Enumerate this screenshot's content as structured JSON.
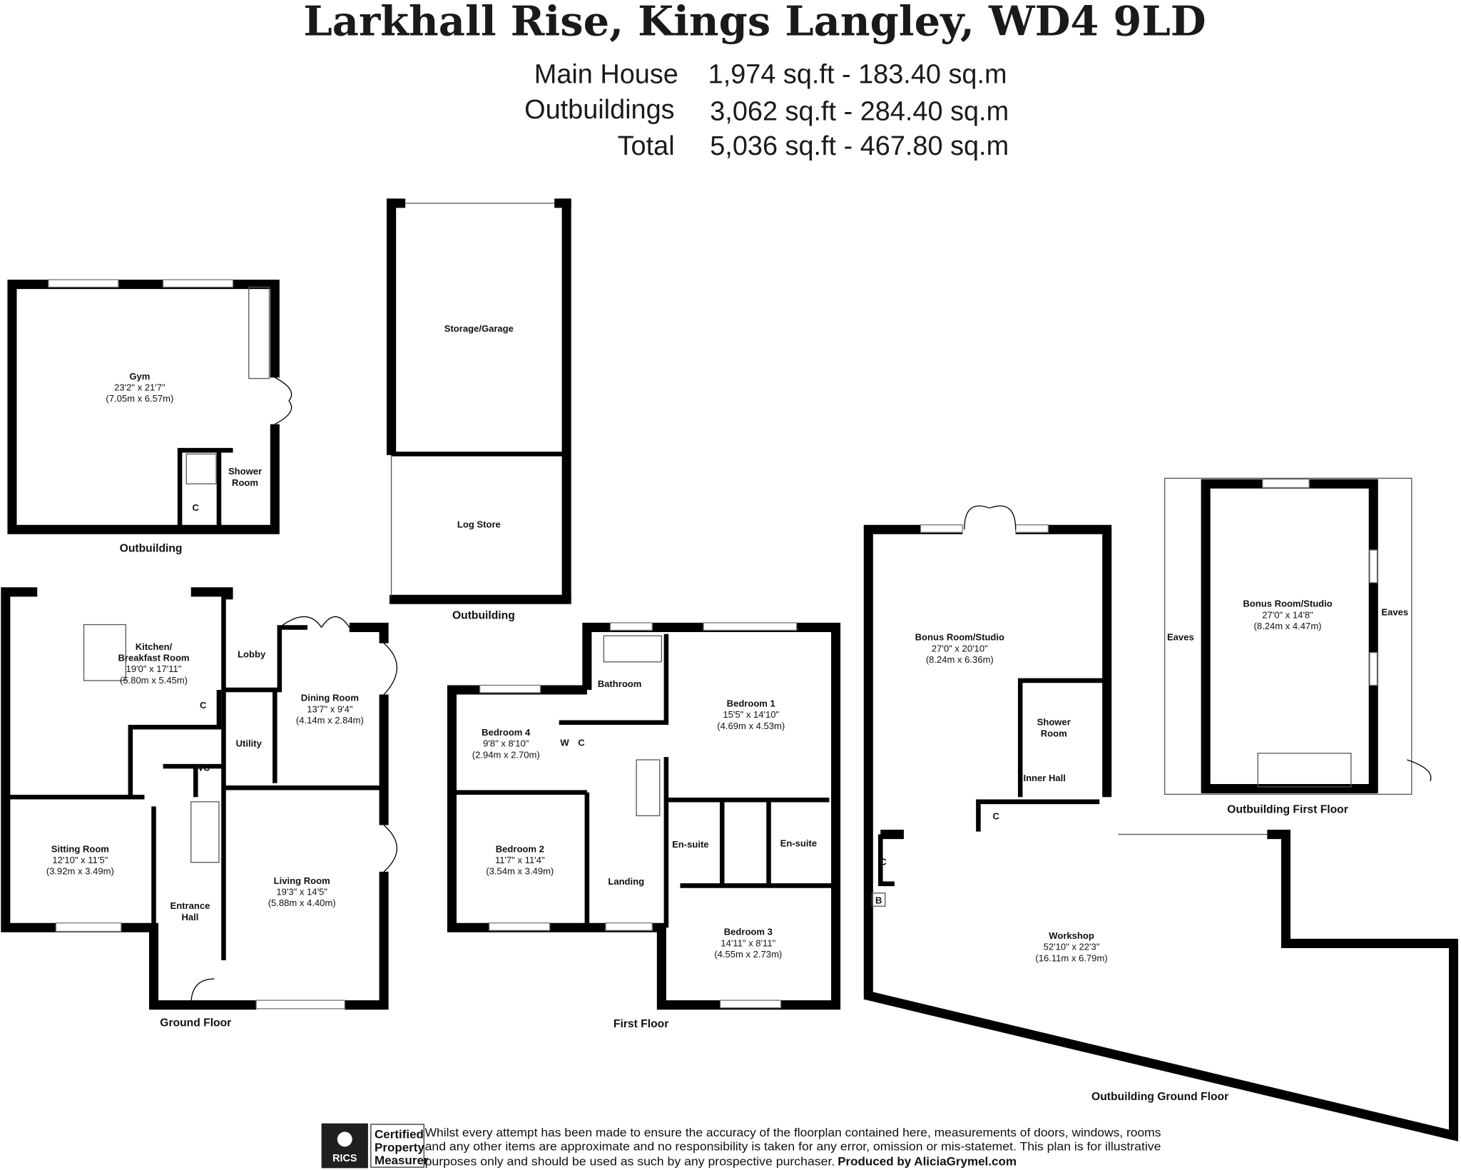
{
  "header": {
    "title": "Larkhall Rise, Kings Langley, WD4 9LD",
    "areas": [
      {
        "label": "Main House",
        "value": "1,974 sq.ft - 183.40 sq.m"
      },
      {
        "label": "Outbuildings",
        "value": "3,062 sq.ft - 284.40 sq.m"
      },
      {
        "label": "Total",
        "value": "5,036 sq.ft - 467.80 sq.m"
      }
    ]
  },
  "outbuilding_gym": {
    "label": "Outbuilding",
    "gym": {
      "name": "Gym",
      "imperial": "23'2\" x 21'7\"",
      "metric": "(7.05m x 6.57m)"
    },
    "shower_line1": "Shower",
    "shower_line2": "Room",
    "cupboard": "C"
  },
  "outbuilding_store": {
    "label": "Outbuilding",
    "garage": "Storage/Garage",
    "log_store": "Log Store"
  },
  "ground_floor": {
    "label": "Ground Floor",
    "kitchen_line1": "Kitchen/",
    "kitchen_line2": "Breakfast Room",
    "kitchen_imperial": "19'0\" x 17'11\"",
    "kitchen_metric": "(5.80m x 5.45m)",
    "lobby": "Lobby",
    "dining": {
      "name": "Dining Room",
      "imperial": "13'7\" x 9'4\"",
      "metric": "(4.14m x 2.84m)"
    },
    "cupboard": "C",
    "utility": "Utility",
    "wc": "WC",
    "sitting": {
      "name": "Sitting Room",
      "imperial": "12'10\" x 11'5\"",
      "metric": "(3.92m x 3.49m)"
    },
    "hall_line1": "Entrance",
    "hall_line2": "Hall",
    "living": {
      "name": "Living Room",
      "imperial": "19'3\" x 14'5\"",
      "metric": "(5.88m x 4.40m)"
    }
  },
  "first_floor": {
    "label": "First Floor",
    "bathroom": "Bathroom",
    "bedroom1": {
      "name": "Bedroom 1",
      "imperial": "15'5\" x 14'10\"",
      "metric": "(4.69m x 4.53m)"
    },
    "bedroom4": {
      "name": "Bedroom 4",
      "imperial": "9'8\" x 8'10\"",
      "metric": "(2.94m x 2.70m)"
    },
    "w": "W",
    "c": "C",
    "bedroom2": {
      "name": "Bedroom 2",
      "imperial": "11'7\" x 11'4\"",
      "metric": "(3.54m x 3.49m)"
    },
    "ensuite_a": "En-suite",
    "ensuite_b": "En-suite",
    "landing": "Landing",
    "bedroom3": {
      "name": "Bedroom 3",
      "imperial": "14'11\" x 8'11\"",
      "metric": "(4.55m x 2.73m)"
    }
  },
  "outbuilding_ground": {
    "label": "Outbuilding Ground Floor",
    "bonus": {
      "name": "Bonus Room/Studio",
      "imperial": "27'0\" x 20'10\"",
      "metric": "(8.24m x 6.36m)"
    },
    "shower_line1": "Shower",
    "shower_line2": "Room",
    "inner_hall": "Inner Hall",
    "c1": "C",
    "c2": "C",
    "b": "B",
    "workshop": {
      "name": "Workshop",
      "imperial": "52'10\" x 22'3\"",
      "metric": "(16.11m x 6.79m)"
    }
  },
  "outbuilding_first": {
    "label": "Outbuilding First Floor",
    "bonus": {
      "name": "Bonus Room/Studio",
      "imperial": "27'0\" x 14'8\"",
      "metric": "(8.24m x 4.47m)"
    },
    "eaves_left": "Eaves",
    "eaves_right": "Eaves"
  },
  "footer": {
    "rics": "RICS",
    "cert_line1": "Certified",
    "cert_line2": "Property",
    "cert_line3": "Measurer",
    "disclaimer_line1": "Whilst every attempt has been made to ensure the accuracy of the floorplan contained here, measurements of doors, windows, rooms",
    "disclaimer_line2": "and any other items are approximate and no responsibility is taken for any error, omission or mis-statemet. This plan is for illustrative",
    "disclaimer_line3": "purposes only and should be used as such by any prospective purchaser.",
    "producer": "Produced by AliciaGrymel.com"
  }
}
